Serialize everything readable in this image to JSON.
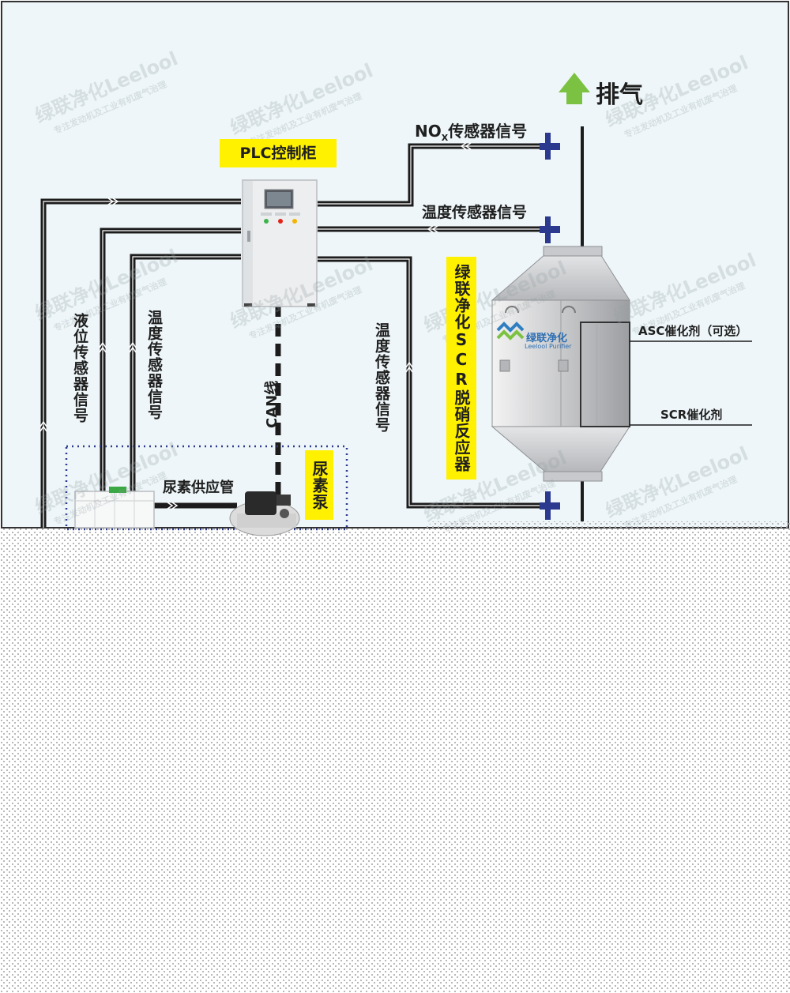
{
  "labels": {
    "exhaust": "排气",
    "nox_main": "NO",
    "nox_sub": "X",
    "nox_rest": "传感器信号",
    "temp_signal_top": "温度传感器信号",
    "plc": "PLC控制柜",
    "reactor": "绿联净化SCR脱硝反应器",
    "asc": "ASC催化剂（可选）",
    "scr": "SCR催化剂",
    "level_sensor": "液位传感器信号",
    "temp_sensor_left": "温度传感器信号",
    "can": "CAN线",
    "temp_sensor_right": "温度传感器信号",
    "urea_pipe": "尿素供应管",
    "urea_pump": "尿素泵",
    "brand_cn": "绿联净化",
    "brand_en": "Leelool Purifier"
  },
  "watermark": {
    "main": "绿联净化Leelool",
    "sub": "专注发动机及工业有机废气治理"
  },
  "colors": {
    "background": "#eef6f9",
    "line": "#1c1c1c",
    "highlight": "#fff100",
    "arrow": "#7cc242",
    "flange": "#2b3a8f",
    "pattern": "#b8b8b8"
  },
  "icons": [
    "exhaust-arrow-icon",
    "reactor-icon",
    "plc-cabinet-icon",
    "urea-tank-icon",
    "urea-pump-icon",
    "sensor-flange-icon"
  ]
}
